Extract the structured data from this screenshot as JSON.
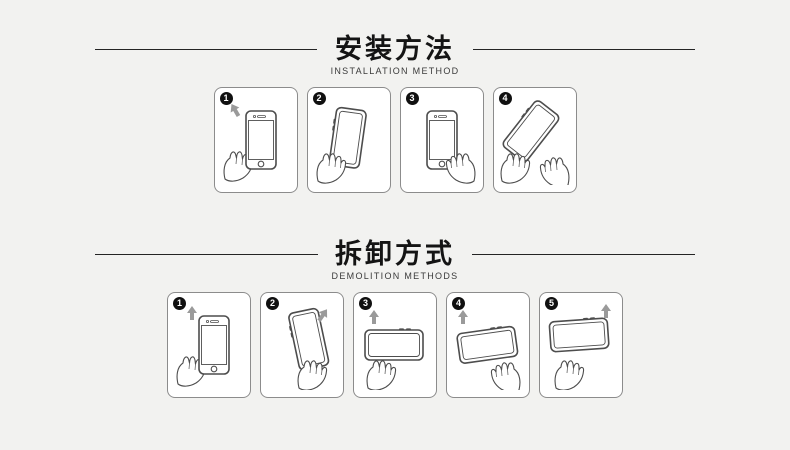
{
  "page": {
    "background_color": "#f2f2f0",
    "panel_border_color": "#8c8c8c",
    "line_art_color": "#4d4d4d",
    "arrow_color": "#9a9a9a",
    "badge_color": "#101010"
  },
  "sections": [
    {
      "id": "installation",
      "title": "安装方法",
      "subtitle": "INSTALLATION METHOD",
      "steps": [
        {
          "number": "1",
          "illustration": "hand-holding-phone-arrow-up-left"
        },
        {
          "number": "2",
          "illustration": "hand-attaching-bumper-to-tilted-phone"
        },
        {
          "number": "3",
          "illustration": "hand-pressing-phone-side"
        },
        {
          "number": "4",
          "illustration": "hands-snapping-case-on-tilted-phone"
        }
      ]
    },
    {
      "id": "removal",
      "title": "拆卸方式",
      "subtitle": "DEMOLITION METHODS",
      "steps": [
        {
          "number": "1",
          "illustration": "hand-holding-phone-arrow-up"
        },
        {
          "number": "2",
          "illustration": "hand-flexing-bumper-corner-arrow-out"
        },
        {
          "number": "3",
          "illustration": "hand-prying-horizontal-frame-arrow-up"
        },
        {
          "number": "4",
          "illustration": "hand-lifting-horizontal-frame-edge"
        },
        {
          "number": "5",
          "illustration": "horizontal-frame-lift-off-arrow-up"
        }
      ]
    }
  ]
}
